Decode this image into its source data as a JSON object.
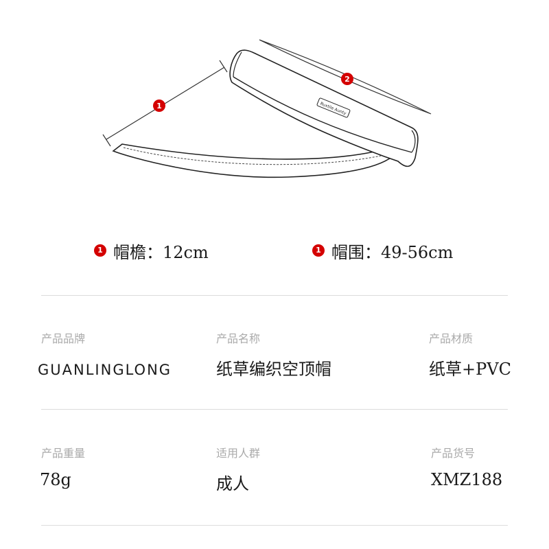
{
  "illustration": {
    "marker_1": "1",
    "marker_2": "2",
    "band_label": "Ruxtile Aunty",
    "accent_color": "#d40000"
  },
  "measurements": [
    {
      "marker": "1",
      "label": "帽檐：12cm"
    },
    {
      "marker": "1",
      "label": "帽围：49-56cm"
    }
  ],
  "specs": {
    "brand": {
      "label": "产品品牌",
      "value": "GUANLINGLONG"
    },
    "name": {
      "label": "产品名称",
      "value": "纸草编织空顶帽"
    },
    "material": {
      "label": "产品材质",
      "value": "纸草+PVC"
    },
    "weight": {
      "label": "产品重量",
      "value": "78g"
    },
    "audience": {
      "label": "适用人群",
      "value": "成人"
    },
    "sku": {
      "label": "产品货号",
      "value": "XMZ188"
    }
  }
}
